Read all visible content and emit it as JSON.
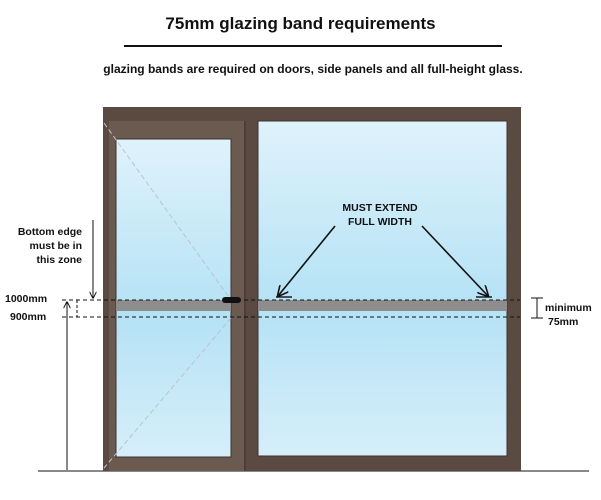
{
  "title": "75mm glazing band requirements",
  "subtitle": "glazing bands are required on doors, side panels and all full-height glass.",
  "annotations": {
    "bottom_edge_line1": "Bottom edge",
    "bottom_edge_line2": "must be in",
    "bottom_edge_line3": "this zone",
    "height_upper": "1000mm",
    "height_lower": "900mm",
    "extend_line1": "MUST EXTEND",
    "extend_line2": "FULL WIDTH",
    "minimum_line1": "minimum",
    "minimum_line2": "75mm"
  },
  "colors": {
    "frame": "#5a4a42",
    "glass_top": "#daf0fb",
    "glass_mid": "#b7e3f5",
    "band": "#8d8d8d",
    "handle": "#111111"
  }
}
